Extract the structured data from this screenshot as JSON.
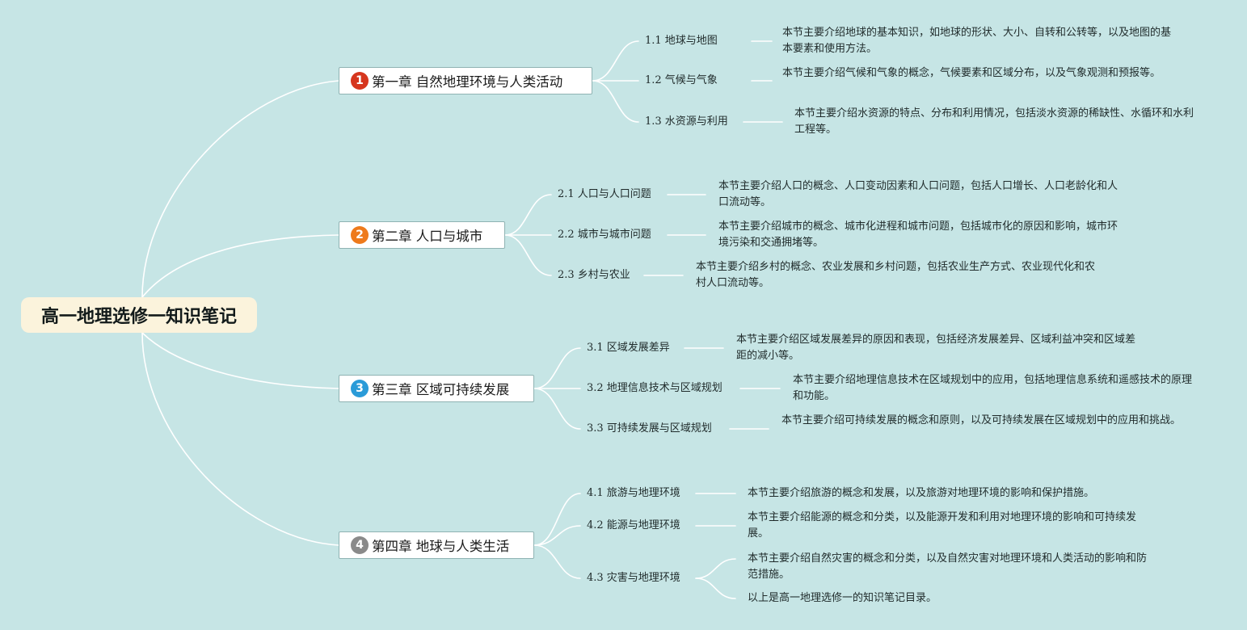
{
  "root": {
    "title": "高一地理选修一知识笔记"
  },
  "colors": {
    "background": "#c6e5e5",
    "line": "#ffffff",
    "badge_1": "#d6361e",
    "badge_2": "#ee7a1c",
    "badge_3": "#2a9bd8",
    "badge_4": "#8a8a8a"
  },
  "chapters": [
    {
      "badge": "1",
      "title": "第一章 自然地理环境与人类活动",
      "sections": [
        {
          "label": "1.1 地球与地图",
          "desc": "本节主要介绍地球的基本知识，如地球的形状、大小、自转和公转等，以及地图的基本要素和使用方法。"
        },
        {
          "label": "1.2 气候与气象",
          "desc": "本节主要介绍气候和气象的概念，气候要素和区域分布，以及气象观测和预报等。"
        },
        {
          "label": "1.3 水资源与利用",
          "desc": "本节主要介绍水资源的特点、分布和利用情况，包括淡水资源的稀缺性、水循环和水利工程等。"
        }
      ]
    },
    {
      "badge": "2",
      "title": "第二章 人口与城市",
      "sections": [
        {
          "label": "2.1 人口与人口问题",
          "desc": "本节主要介绍人口的概念、人口变动因素和人口问题，包括人口增长、人口老龄化和人口流动等。"
        },
        {
          "label": "2.2 城市与城市问题",
          "desc": "本节主要介绍城市的概念、城市化进程和城市问题，包括城市化的原因和影响，城市环境污染和交通拥堵等。"
        },
        {
          "label": "2.3 乡村与农业",
          "desc": "本节主要介绍乡村的概念、农业发展和乡村问题，包括农业生产方式、农业现代化和农村人口流动等。"
        }
      ]
    },
    {
      "badge": "3",
      "title": "第三章 区域可持续发展",
      "sections": [
        {
          "label": "3.1 区域发展差异",
          "desc": "本节主要介绍区域发展差异的原因和表现，包括经济发展差异、区域利益冲突和区域差距的减小等。"
        },
        {
          "label": "3.2 地理信息技术与区域规划",
          "desc": "本节主要介绍地理信息技术在区域规划中的应用，包括地理信息系统和遥感技术的原理和功能。"
        },
        {
          "label": "3.3 可持续发展与区域规划",
          "desc": "本节主要介绍可持续发展的概念和原则，以及可持续发展在区域规划中的应用和挑战。"
        }
      ]
    },
    {
      "badge": "4",
      "title": "第四章 地球与人类生活",
      "sections": [
        {
          "label": "4.1 旅游与地理环境",
          "desc": "本节主要介绍旅游的概念和发展，以及旅游对地理环境的影响和保护措施。"
        },
        {
          "label": "4.2 能源与地理环境",
          "desc": "本节主要介绍能源的概念和分类，以及能源开发和利用对地理环境的影响和可持续发展。"
        },
        {
          "label": "4.3 灾害与地理环境",
          "desc": "本节主要介绍自然灾害的概念和分类，以及自然灾害对地理环境和人类活动的影响和防范措施。",
          "desc2": "以上是高一地理选修一的知识笔记目录。"
        }
      ]
    }
  ]
}
